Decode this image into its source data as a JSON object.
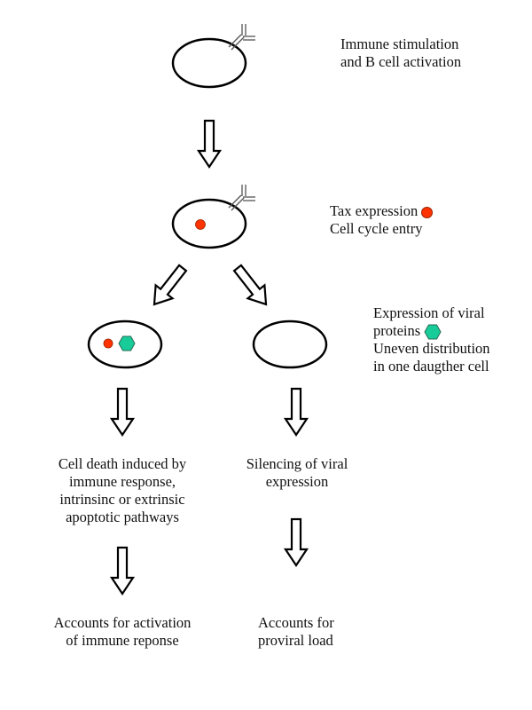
{
  "colors": {
    "tax_dot": "#ff3300",
    "viral_protein_hex": "#17cc99",
    "outline": "#000000"
  },
  "steps": {
    "activation": {
      "line1": "Immune stimulation",
      "line2": "and B cell activation"
    },
    "tax": {
      "line1": "Tax expression",
      "line2": "Cell cycle entry"
    },
    "viral": {
      "line1": "Expression of viral",
      "line2": "proteins",
      "line3": "Uneven distribution",
      "line4": "in one daugther cell"
    }
  },
  "outcomes": {
    "left": {
      "line1": "Cell death induced by",
      "line2": "immune response,",
      "line3": "intrinsinc or extrinsic",
      "line4": "apoptotic pathways"
    },
    "right": {
      "line1": "Silencing of viral",
      "line2": "expression"
    }
  },
  "consequences": {
    "left": {
      "line1": "Accounts for activation",
      "line2": "of immune reponse"
    },
    "right": {
      "line1": "Accounts for",
      "line2": "proviral load"
    }
  }
}
